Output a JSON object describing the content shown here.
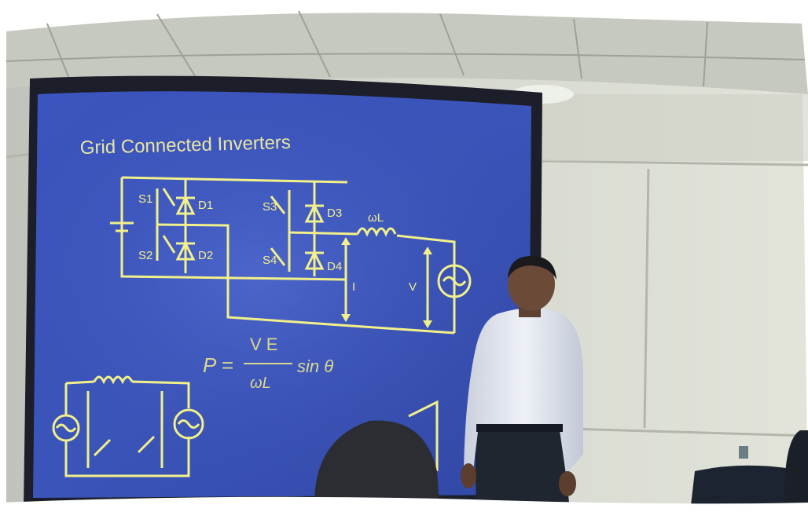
{
  "slide": {
    "title": "Grid Connected Inverters",
    "switches": [
      "S1",
      "S2",
      "S3",
      "S4"
    ],
    "diodes": [
      "D1",
      "D2",
      "D3",
      "D4"
    ],
    "inductor_label": "ωL",
    "source_label": "V",
    "current_label": "I",
    "equation": {
      "lhs": "P =",
      "numerator": "V E",
      "denominator": "ωL",
      "tail": "sin θ"
    }
  },
  "colors": {
    "screen": "#3a52b8",
    "screen_dark": "#2b3f96",
    "slide_lines": "#f2f08a",
    "slide_title": "#e8e6a0",
    "wall": "#d9dbd3",
    "ceiling": "#c9ccc3",
    "shirt": "#e6eaf2",
    "trousers": "#1f2630",
    "skin": "#6b4a38",
    "hair": "#1a1a1e"
  }
}
